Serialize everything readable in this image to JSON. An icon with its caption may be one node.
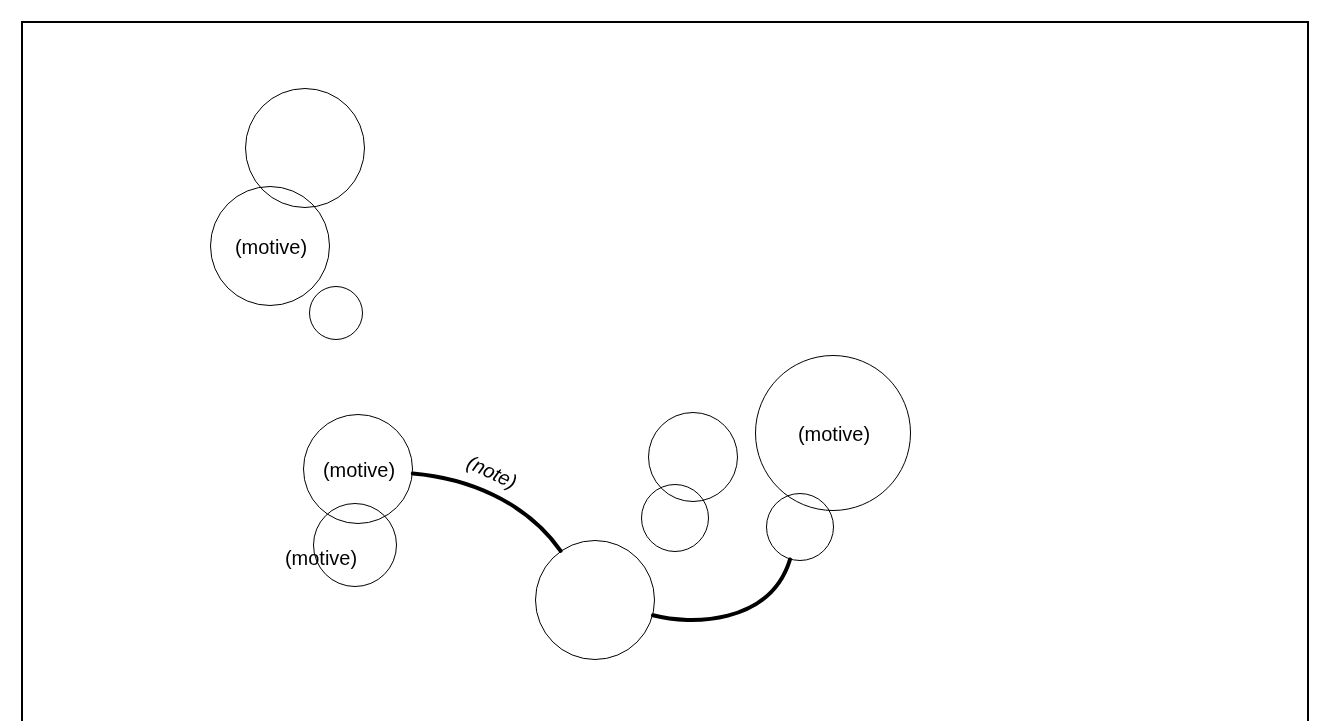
{
  "diagram": {
    "nodes": [
      {
        "text": [],
        "shape": "circle"
      },
      {
        "text": [
          "(motive)"
        ]
      },
      {
        "text": [],
        "shape": "circle"
      },
      {
        "text": [
          "(motive)"
        ]
      },
      {
        "text": [
          "(motive)"
        ]
      },
      {
        "text": [],
        "shape": "circle"
      },
      {
        "text": [
          "(motive)"
        ]
      },
      {
        "text": [],
        "shape": "circle"
      },
      {
        "text": [],
        "shape": "circle"
      },
      {
        "text": [],
        "shape": "circle"
      }
    ],
    "edges": [
      {
        "from": 3,
        "to": 9,
        "arrow": "none",
        "label": "(note)"
      },
      {
        "from": 9,
        "to": 8,
        "arrow": "none"
      }
    ]
  }
}
